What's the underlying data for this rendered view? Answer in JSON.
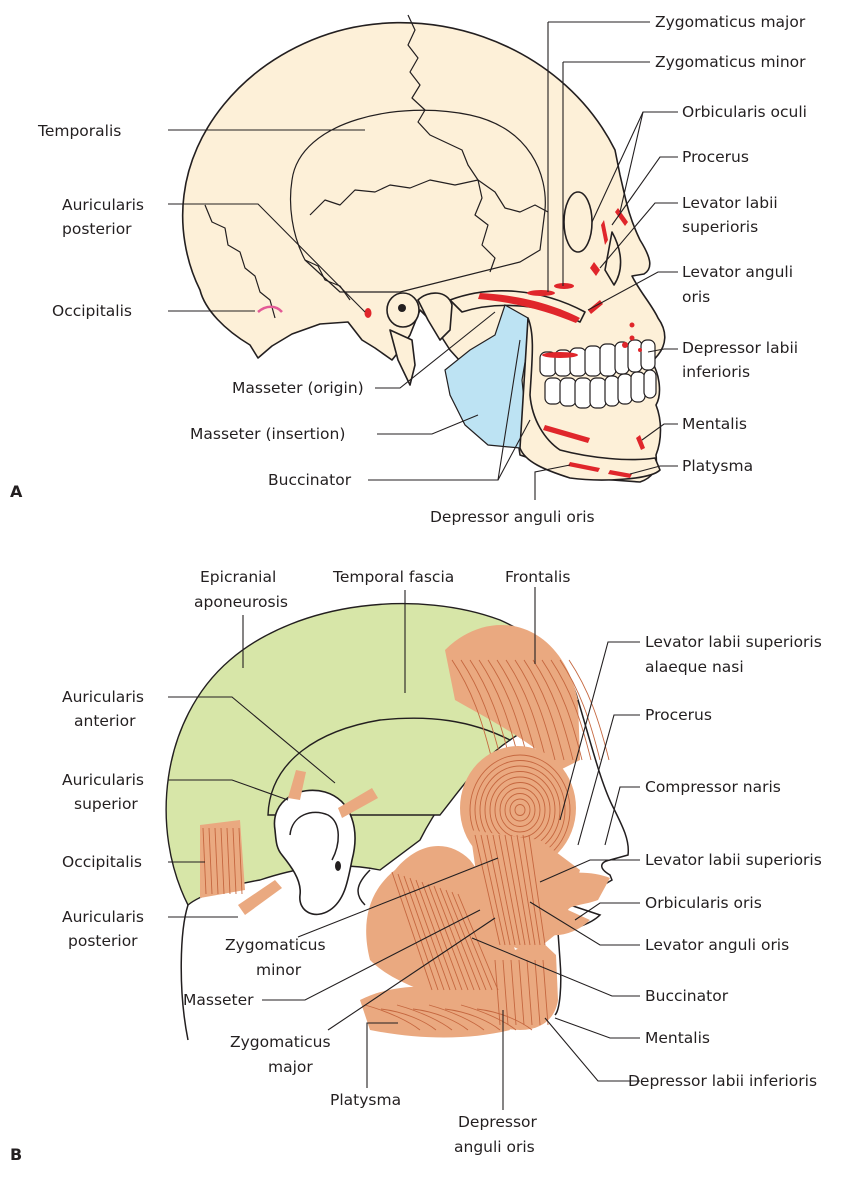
{
  "panel_a": {
    "panel_label": "A",
    "labels": {
      "zygomaticus_major": "Zygomaticus major",
      "zygomaticus_minor": "Zygomaticus minor",
      "temporalis": "Temporalis",
      "orbicularis_oculi": "Orbicularis oculi",
      "procerus": "Procerus",
      "auricularis_posterior_1": "Auricularis",
      "auricularis_posterior_2": "posterior",
      "levator_labii_superioris_1": "Levator labii",
      "levator_labii_superioris_2": "superioris",
      "occipitalis": "Occipitalis",
      "levator_anguli_oris_1": "Levator anguli",
      "levator_anguli_oris_2": "oris",
      "depressor_labii_inferioris_1": "Depressor labii",
      "depressor_labii_inferioris_2": "inferioris",
      "masseter_origin": "Masseter (origin)",
      "masseter_insertion": "Masseter (insertion)",
      "mentalis": "Mentalis",
      "buccinator": "Buccinator",
      "platysma": "Platysma",
      "depressor_anguli_oris": "Depressor anguli oris"
    },
    "colors": {
      "bone": "#fdf0d8",
      "attachment": "#e0262b",
      "masseter_insertion": "#bde3f3",
      "occipitalis_mark": "#e35a96"
    }
  },
  "panel_b": {
    "panel_label": "B",
    "labels": {
      "epicranial_aponeurosis_1": "Epicranial",
      "epicranial_aponeurosis_2": "aponeurosis",
      "temporal_fascia": "Temporal fascia",
      "frontalis": "Frontalis",
      "levator_labii_superioris_alaeque_nasi_1": "Levator labii superioris",
      "levator_labii_superioris_alaeque_nasi_2": "alaeque nasi",
      "auricularis_anterior_1": "Auricularis",
      "auricularis_anterior_2": "anterior",
      "procerus": "Procerus",
      "auricularis_superior_1": "Auricularis",
      "auricularis_superior_2": "superior",
      "compressor_naris": "Compressor naris",
      "occipitalis": "Occipitalis",
      "levator_labii_superioris": "Levator labii superioris",
      "auricularis_posterior_1": "Auricularis",
      "auricularis_posterior_2": "posterior",
      "orbicularis_oris": "Orbicularis oris",
      "zygomaticus_minor_1": "Zygomaticus",
      "zygomaticus_minor_2": "minor",
      "levator_anguli_oris": "Levator anguli oris",
      "masseter": "Masseter",
      "buccinator": "Buccinator",
      "mentalis": "Mentalis",
      "zygomaticus_major_1": "Zygomaticus",
      "zygomaticus_major_2": "major",
      "depressor_labii_inferioris": "Depressor labii inferioris",
      "platysma": "Platysma",
      "depressor_anguli_oris_1": "Depressor",
      "depressor_anguli_oris_2": "anguli oris"
    },
    "colors": {
      "fascia": "#d7e6a8",
      "muscle": "#eaa980",
      "muscle_lines": "#c5673f"
    }
  }
}
